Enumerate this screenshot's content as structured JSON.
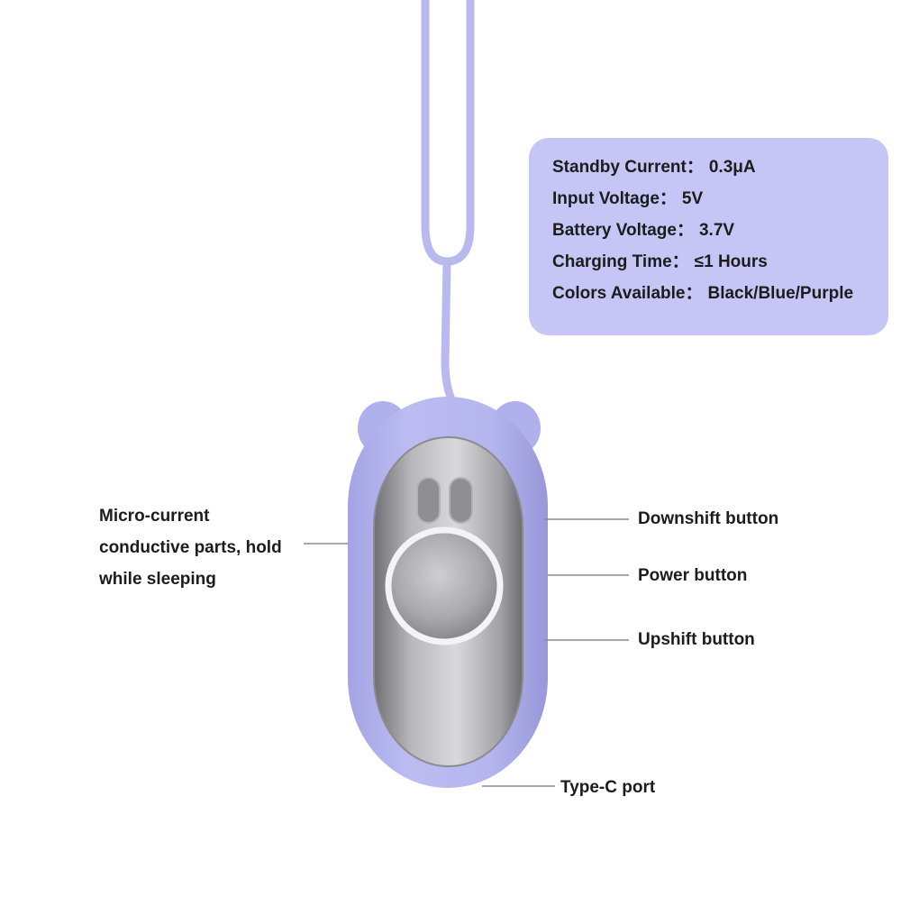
{
  "specs": [
    {
      "label": "Standby Current：",
      "value": "0.3μA"
    },
    {
      "label": "Input Voltage：",
      "value": "5V"
    },
    {
      "label": "Battery Voltage：",
      "value": "3.7V"
    },
    {
      "label": "Charging Time：",
      "value": "≤1 Hours"
    },
    {
      "label": "Colors Available：",
      "value": "Black/Blue/Purple"
    }
  ],
  "callouts": {
    "conductive": [
      "Micro-current",
      "conductive parts, hold",
      "while sleeping"
    ],
    "downshift": "Downshift button",
    "power": "Power button",
    "upshift": "Upshift button",
    "typec": "Type-C port"
  },
  "colors": {
    "device_body": "#b4b4ee",
    "spec_card": "#c6c6f6",
    "metal_panel": "#9a9a9e"
  }
}
